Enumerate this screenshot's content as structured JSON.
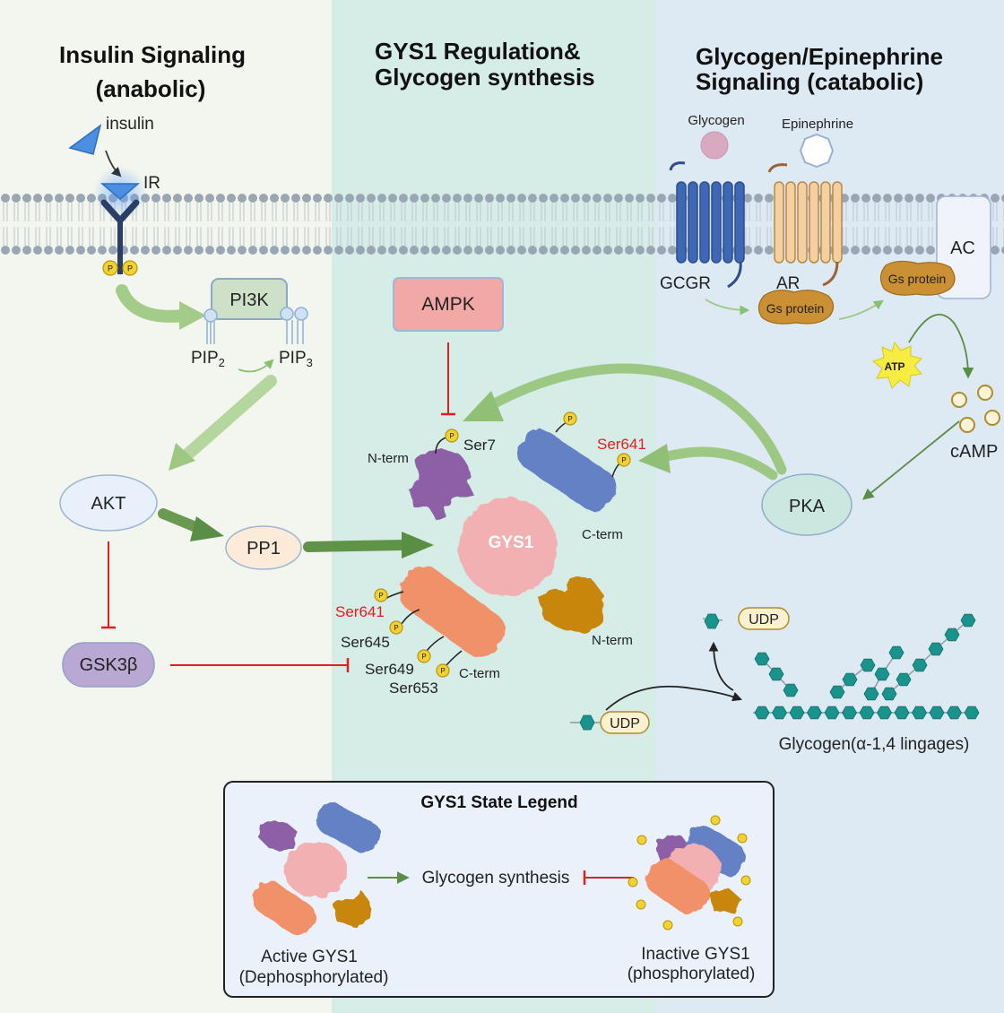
{
  "panels": {
    "insulin": {
      "title_line1": "Insulin Signaling",
      "title_line2": "(anabolic)"
    },
    "gys1": {
      "title_line1": "GYS1 Regulation&",
      "title_line2": "Glycogen synthesis"
    },
    "catabolic": {
      "title_line1": "Glycogen/Epinephrine",
      "title_line2": "Signaling (catabolic)"
    }
  },
  "insulin_path": {
    "insulin": "insulin",
    "ir": "IR",
    "pi3k": "PI3K",
    "pip2": "PIP",
    "pip2_sub": "2",
    "pip3": "PIP",
    "pip3_sub": "3",
    "akt": "AKT",
    "pp1": "PP1",
    "gsk3b": "GSK3β",
    "phospho": "P"
  },
  "gys1_center": {
    "ampk": "AMPK",
    "gys1": "GYS1",
    "nterm_left": "N-term",
    "ser7": "Ser7",
    "ser641_upper": "Ser641",
    "cterm_upper": "C-term",
    "ser641_lower": "Ser641",
    "ser645": "Ser645",
    "ser649": "Ser649",
    "ser653": "Ser653",
    "cterm_lower": "C-term",
    "nterm_right": "N-term"
  },
  "catabolic_path": {
    "glycogen": "Glycogen",
    "epinephrine": "Epinephrine",
    "gcgr": "GCGR",
    "ar": "AR",
    "gs_protein_1": "Gs protein",
    "gs_protein_2": "Gs protein",
    "ac": "AC",
    "atp": "ATP",
    "camp": "cAMP",
    "pka": "PKA",
    "udp_top": "UDP",
    "udp_bottom": "UDP",
    "glycogen_chain": "Glycogen(α-1,4 lingages)"
  },
  "legend": {
    "title": "GYS1 State Legend",
    "process": "Glycogen synthesis",
    "active_line1": "Active GYS1",
    "active_line2": "(Dephosphorylated)",
    "inactive_line1": "Inactive GYS1",
    "inactive_line2": "(phosphorylated)"
  },
  "colors": {
    "insulin_bg": "#f3f6ee",
    "gys1_bg": "#d5ece7",
    "catabolic_bg": "#dde9f3",
    "inhibit_red": "#e02020",
    "activate_green": "#88c070",
    "activate_dark_green": "#5f9448",
    "purple_domain": "#8d5ea6",
    "blue_domain": "#6481c4",
    "pink_core": "#f3b0b2",
    "orange_domain": "#f0916a",
    "gold_domain": "#c8860f",
    "teal_glucose": "#1a938d"
  }
}
